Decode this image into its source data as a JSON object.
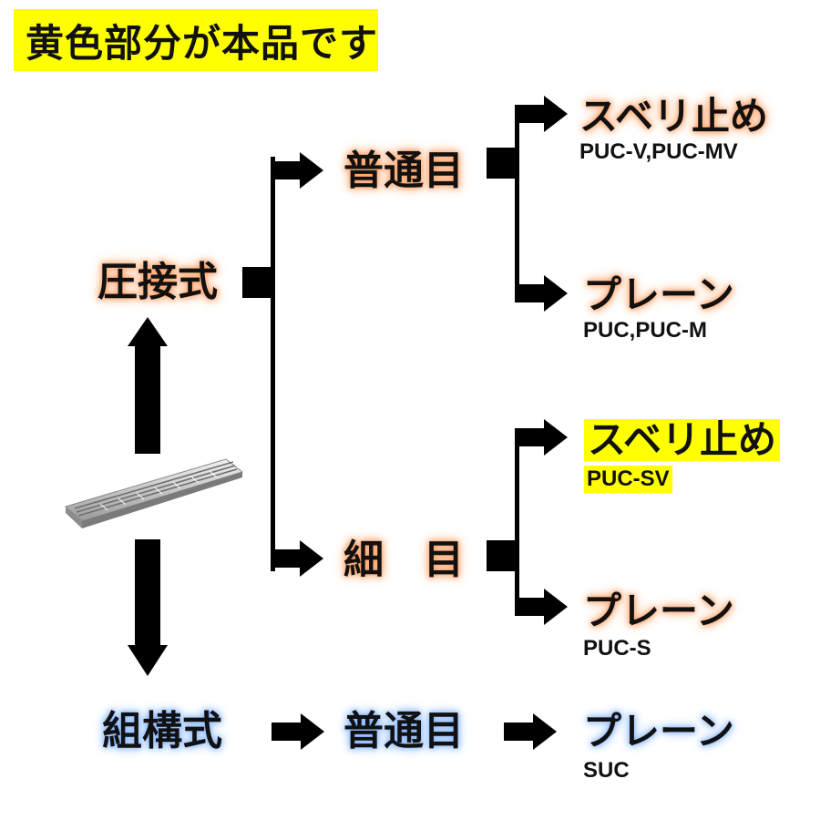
{
  "banner": {
    "text": "黄色部分が本品です",
    "color": "#ffff00"
  },
  "colors": {
    "orange_glow": "#ff9a5c",
    "blue_glow": "#7fb2ff",
    "highlight": "#ffff00"
  },
  "nodes": {
    "pressure": "圧接式",
    "assembly": "組構式",
    "pressure_normal": "普通目",
    "pressure_fine": "細　目",
    "assembly_normal": "普通目"
  },
  "leaves": {
    "normal_nonslip": {
      "name": "スベリ止め",
      "code": "PUC-V,PUC-MV"
    },
    "normal_plain": {
      "name": "プレーン",
      "code": "PUC,PUC-M"
    },
    "fine_nonslip": {
      "name": "スベリ止め",
      "code": "PUC-SV"
    },
    "fine_plain": {
      "name": "プレーン",
      "code": "PUC-S"
    },
    "assembly_plain": {
      "name": "プレーン",
      "code": "SUC"
    }
  }
}
